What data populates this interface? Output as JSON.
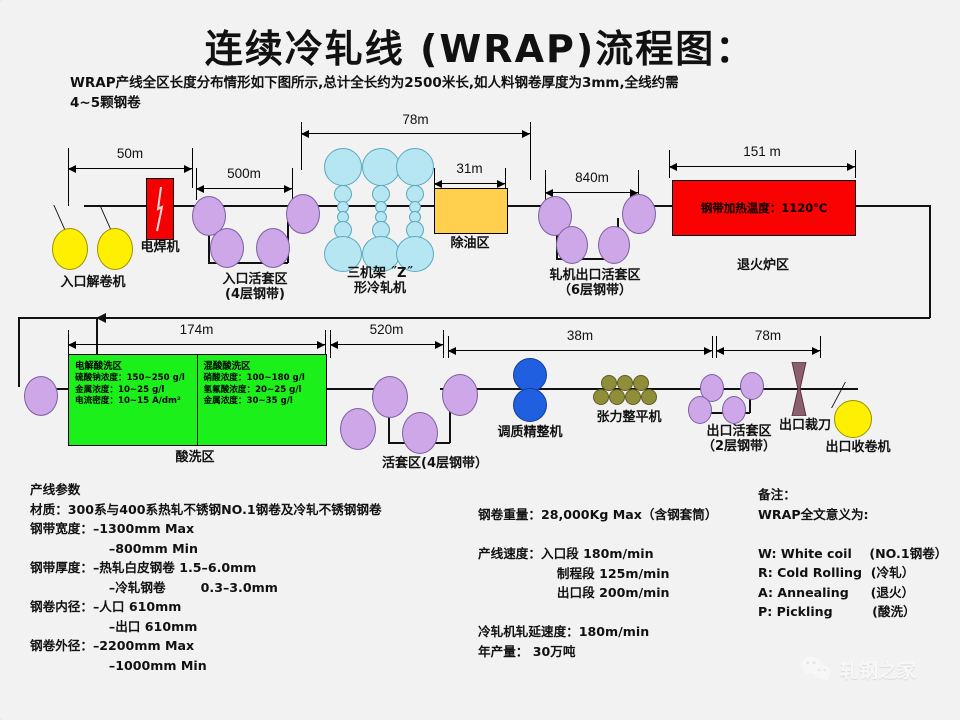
{
  "title": "连续冷轧线 (WRAP)流程图：",
  "subtitle": "WRAP产线全区长度分布情形如下图所示,总计全长约为2500米长,如人料钢卷厚度为3mm,全线约需\n4~5颗钢卷",
  "colors": {
    "weld_red": "#f50000",
    "furnace_red": "#fb0202",
    "degrease_yellow": "#ffcf4d",
    "pickling_green": "#1bf01b",
    "roller_purple": "#cda7e8",
    "roller_cyan": "#b6e6f2",
    "roller_blue": "#1f5fe0",
    "roller_olive": "#8f8f3a",
    "coil_yellow": "#ffef00"
  },
  "row1": {
    "dims": {
      "d50": "50m",
      "d500": "500m",
      "d78": "78m",
      "d31": "31m",
      "d840": "840m",
      "d151": "151 m"
    },
    "labels": {
      "uncoiler": "入口解卷机",
      "welder": "电焊机",
      "entry_looper": "入口活套区\n(4层钢带)",
      "mill": "三机架 ˝Z˝\n形冷轧机",
      "degrease": "除油区",
      "mill_exit_looper": "轧机出口活套区\n（6层钢带）",
      "furnace_zone": "退火炉区",
      "furnace_temp": "钢带加热温度：1120℃"
    }
  },
  "row2": {
    "dims": {
      "d174": "174m",
      "d520": "520m",
      "d38": "38m",
      "d78": "78m"
    },
    "labels": {
      "pickling_zone": "酸洗区",
      "looper": "活套区(4层钢带）",
      "temper_mill": "调质精整机",
      "tension_leveler": "张力整平机",
      "exit_looper": "出口活套区\n（2层钢带）",
      "exit_shear": "出口裁刀",
      "recoiler": "出口收卷机"
    },
    "pickling": {
      "left": {
        "head": "电解酸洗区",
        "lines": [
          "硫酸钠浓度：150~250 g/l",
          "金属浓度：10~25 g/l",
          "电流密度：10~15 A/dm²"
        ]
      },
      "right": {
        "head": "混酸酸洗区",
        "lines": [
          "硝酸浓度：100~180 g/l",
          "氢氟酸浓度：20~25 g/l",
          "金属浓度：30~35 g/l"
        ]
      }
    }
  },
  "specs": {
    "left": "产线参数\n材质：300系与400系热轧不锈钢NO.1钢卷及冷轧不锈钢钢卷\n钢带宽度：–1300mm Max\n                  –800mm Min\n钢带厚度：–热轧白皮钢卷 1.5–6.0mm\n                  –冷轧钢卷        0.3–3.0mm\n钢卷内径：–人口 610mm\n                  –出口 610mm\n钢卷外径：–2200mm Max\n                  –1000mm Min",
    "middle": "钢卷重量：28,000Kg Max（含钢套筒）\n\n产线速度：入口段 180m/min\n                  制程段 125m/min\n                  出口段 200m/min\n\n冷轧机轧延速度：180m/min\n年产量： 30万吨",
    "right": "备注：\nWRAP全文意义为:\n\nW: White coil    (NO.1钢卷）\nR: Cold Rolling  (冷轧）\nA: Annealing     (退火）\nP: Pickling         (酸洗）"
  },
  "watermark": {
    "text": "轧钢之家",
    "icon": "wechat-icon"
  }
}
